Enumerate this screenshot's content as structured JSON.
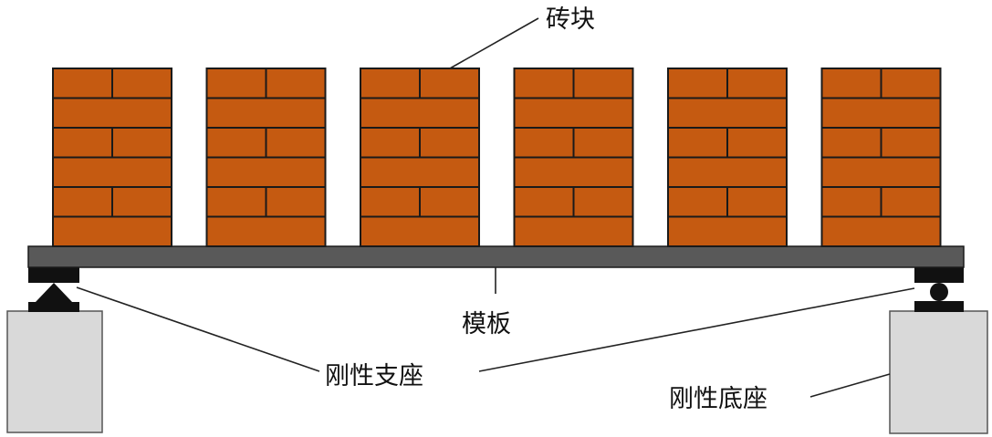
{
  "labels": {
    "brick": "砖块",
    "formwork": "模板",
    "rigid_support": "刚性支座",
    "rigid_base": "刚性底座"
  },
  "stack_count": 6,
  "course_count": 6,
  "colors": {
    "brick": "#c55a11",
    "mortar": "#1a1a1a",
    "formwork": "#595959",
    "support": "#111111",
    "base_block": "#d9d9d9",
    "base_outline": "#555555",
    "leader": "#222222"
  }
}
